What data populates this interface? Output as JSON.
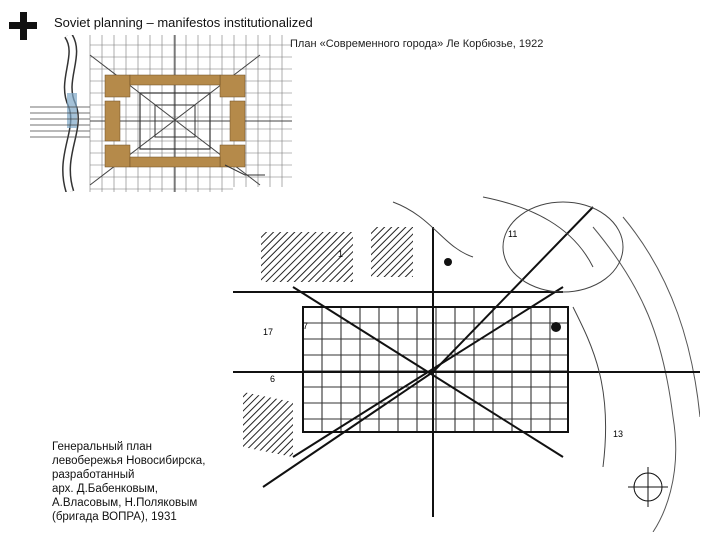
{
  "slide": {
    "title": "Soviet planning – manifestos institutionalized",
    "icon": "plus-icon"
  },
  "figure_top": {
    "caption": "План «Современного города» Ле Корбюзье, 1922"
  },
  "figure_bottom": {
    "caption_lines": [
      "Генеральный план",
      "левобережья Новосибирска,",
      "разработанный",
      "арх. Д.Бабенковым,",
      "А.Власовым, Н.Поляковым",
      "(бригада ВОПРА), 1931"
    ],
    "map_labels": [
      "1",
      "17",
      "6",
      "7",
      "11",
      "13"
    ]
  }
}
